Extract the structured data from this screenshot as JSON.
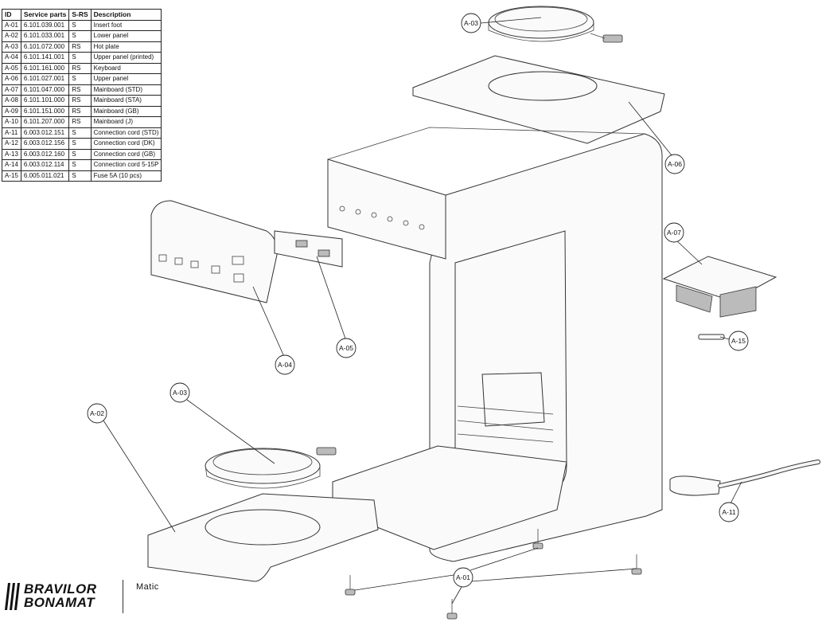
{
  "parts_table": {
    "headers": [
      "ID",
      "Service parts",
      "S-RS",
      "Description"
    ],
    "rows": [
      [
        "A-01",
        "6.101.039.001",
        "S",
        "Insert foot"
      ],
      [
        "A-02",
        "6.101.033.001",
        "S",
        "Lower panel"
      ],
      [
        "A-03",
        "6.101.072.000",
        "RS",
        "Hot plate"
      ],
      [
        "A-04",
        "6.101.141.001",
        "S",
        "Upper panel (printed)"
      ],
      [
        "A-05",
        "6.101.161.000",
        "RS",
        "Keyboard"
      ],
      [
        "A-06",
        "6.101.027.001",
        "S",
        "Upper panel"
      ],
      [
        "A-07",
        "6.101.047.000",
        "RS",
        "Mainboard (STD)"
      ],
      [
        "A-08",
        "6.101.101.000",
        "RS",
        "Mainboard (STA)"
      ],
      [
        "A-09",
        "6.101.151.000",
        "RS",
        "Mainboard (GB)"
      ],
      [
        "A-10",
        "6.101.207.000",
        "RS",
        "Mainboard (J)"
      ],
      [
        "A-11",
        "6.003.012.151",
        "S",
        "Connection cord (STD)"
      ],
      [
        "A-12",
        "6.003.012.156",
        "S",
        "Connection cord (DK)"
      ],
      [
        "A-13",
        "6.003.012.160",
        "S",
        "Connection cord (GB)"
      ],
      [
        "A-14",
        "6.003.012.114",
        "S",
        "Connection cord 5-15P"
      ],
      [
        "A-15",
        "6.005.011.021",
        "S",
        "Fuse 5A (10 pcs)"
      ]
    ]
  },
  "callouts": {
    "a03_top": "A-03",
    "a06": "A-06",
    "a07": "A-07",
    "a15": "A-15",
    "a05": "A-05",
    "a04": "A-04",
    "a03_bottom": "A-03",
    "a02": "A-02",
    "a11": "A-11",
    "a01": "A-01"
  },
  "brand": {
    "name_line1": "BRAVILOR",
    "name_line2": "BONAMAT",
    "model": "Matic"
  }
}
